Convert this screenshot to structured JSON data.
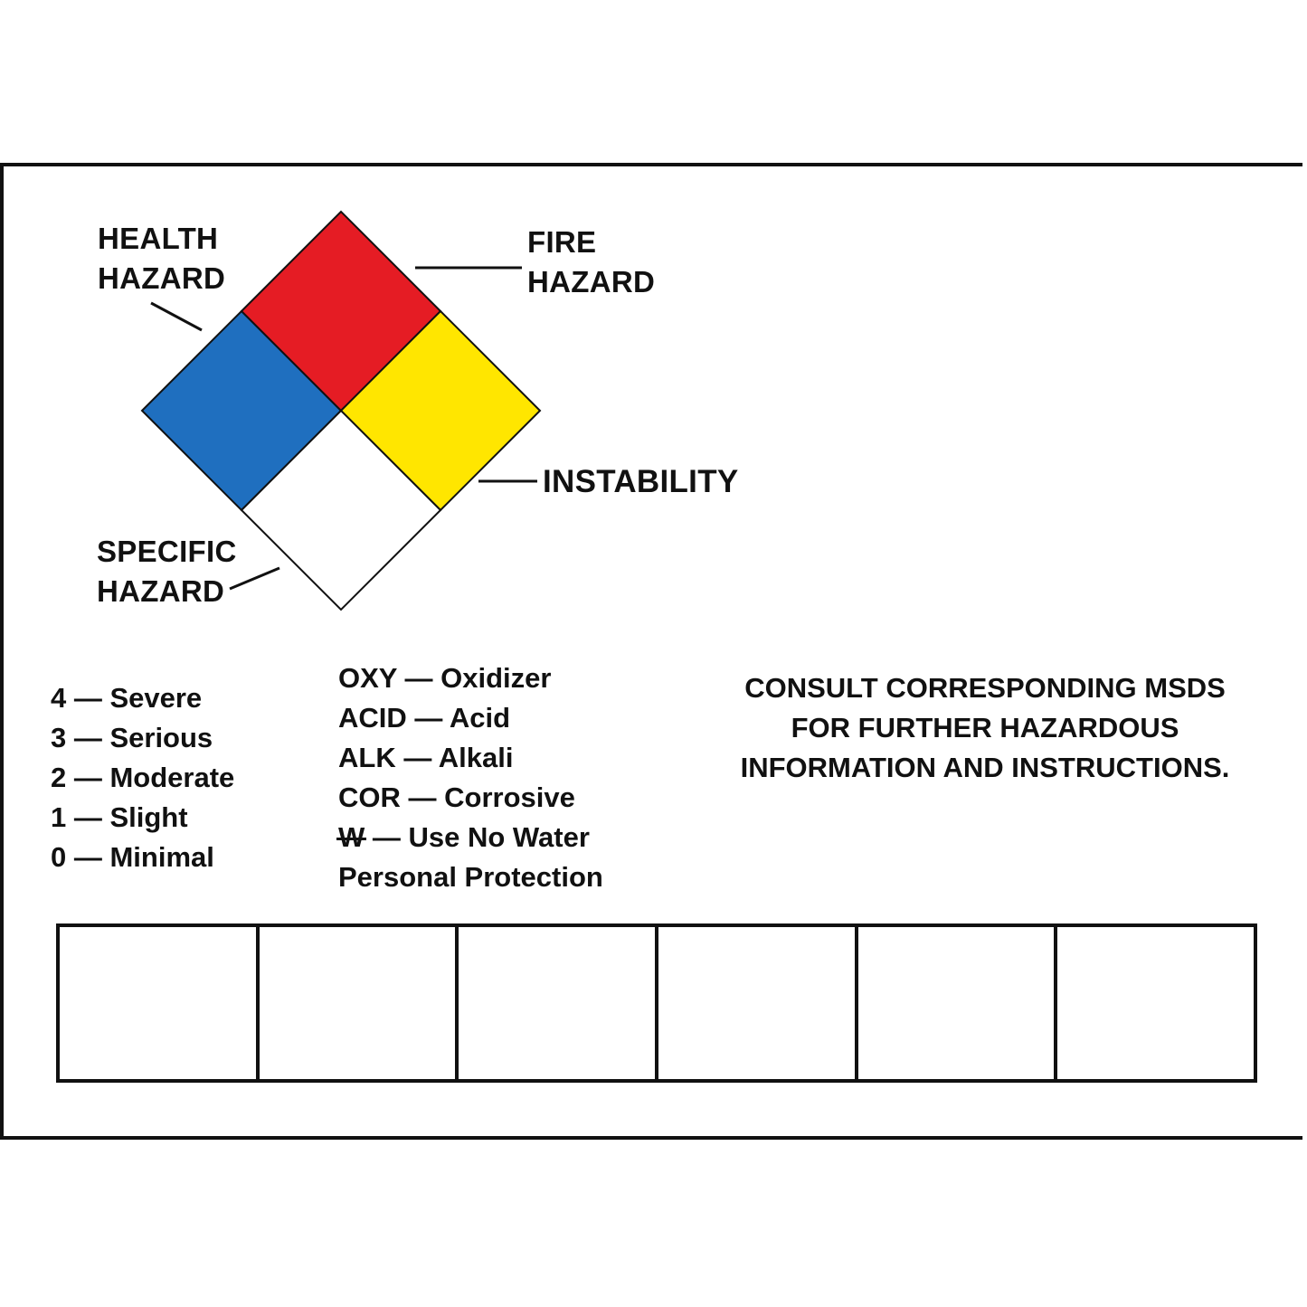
{
  "diamond": {
    "colors": {
      "health": "#1f6fbf",
      "fire": "#e51c24",
      "instability": "#ffe600",
      "specific": "#ffffff"
    },
    "labels": {
      "health": [
        "HEALTH",
        "HAZARD"
      ],
      "fire": [
        "FIRE",
        "HAZARD"
      ],
      "instability": "INSTABILITY",
      "specific": [
        "SPECIFIC",
        "HAZARD"
      ]
    }
  },
  "ratings": [
    "4 — Severe",
    "3 — Serious",
    "2 — Moderate",
    "1 — Slight",
    "0 — Minimal"
  ],
  "specific_codes": [
    {
      "code": "OXY",
      "text": " — Oxidizer"
    },
    {
      "code": "ACID",
      "text": " — Acid"
    },
    {
      "code": "ALK",
      "text": " — Alkali"
    },
    {
      "code": "COR",
      "text": " — Corrosive"
    },
    {
      "code": "W",
      "text": " — Use No Water"
    },
    {
      "code": "",
      "text": "Personal Protection"
    }
  ],
  "consult": [
    "CONSULT CORRESPONDING MSDS",
    "FOR FURTHER HAZARDOUS",
    "INFORMATION AND INSTRUCTIONS."
  ],
  "entry_boxes": 6
}
